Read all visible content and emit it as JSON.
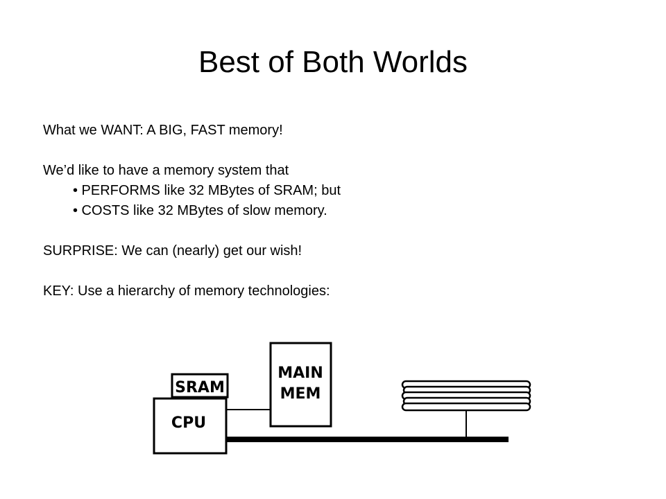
{
  "slide": {
    "title": "Best of Both Worlds",
    "lines": [
      "What we WANT: A BIG, FAST memory!",
      "We’d like to have a memory system that",
      "• PERFORMS like 32 MBytes of SRAM; but",
      "• COSTS like 32 MBytes of slow memory.",
      "SURPRISE: We can (nearly) get our wish!",
      "KEY: Use a hierarchy of memory technologies:"
    ]
  },
  "diagram": {
    "sram_label": "SRAM",
    "cpu_label": "CPU",
    "main_mem_line1": "MAIN",
    "main_mem_line2": "MEM"
  }
}
